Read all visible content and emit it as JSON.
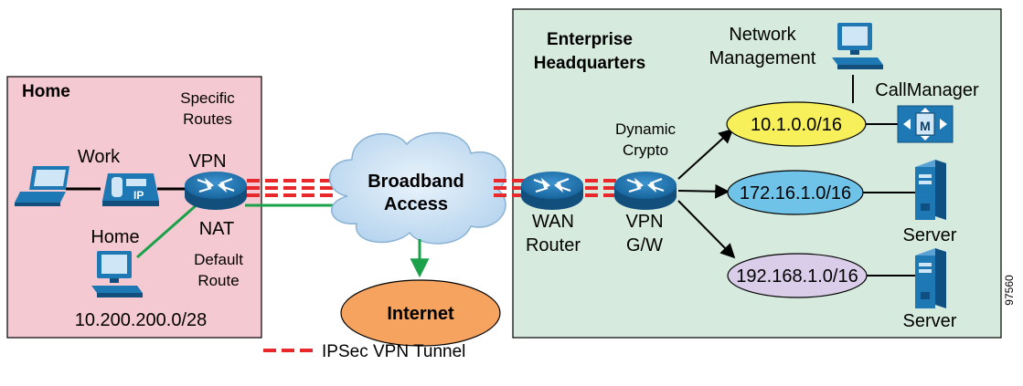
{
  "home": {
    "title": "Home",
    "specific_routes": [
      "Specific",
      "Routes"
    ],
    "work": "Work",
    "vpn": "VPN",
    "nat": "NAT",
    "home_pc": "Home",
    "default_route": [
      "Default",
      "Route"
    ],
    "subnet": "10.200.200.0/28",
    "zone_color": "#f5c9d1"
  },
  "cloud": {
    "label": [
      "Broadband",
      "Access"
    ]
  },
  "internet": {
    "label": "Internet",
    "color": "#f5a35e"
  },
  "enterprise": {
    "title": [
      "Enterprise",
      "Headquarters"
    ],
    "network_management": [
      "Network",
      "Management"
    ],
    "callmanager": "CallManager",
    "dynamic_crypto": [
      "Dynamic",
      "Crypto"
    ],
    "wan_router": [
      "WAN",
      "Router"
    ],
    "vpn_gw": [
      "VPN",
      "G/W"
    ],
    "server_1": "Server",
    "server_2": "Server",
    "zone_color": "#d6ebdd",
    "subnets": [
      {
        "label": "10.1.0.0/16",
        "color": "#f7f05a"
      },
      {
        "label": "172.16.1.0/16",
        "color": "#6fc3e9"
      },
      {
        "label": "192.168.1.0/16",
        "color": "#d9cde9"
      }
    ]
  },
  "figure_id": "97560",
  "legend": {
    "label": "IPSec VPN Tunnel",
    "color": "#e8282b"
  },
  "colors": {
    "router": "#1e78b4",
    "green_link": "#1aa14a",
    "cisco_blue": "#1a6fb0"
  }
}
